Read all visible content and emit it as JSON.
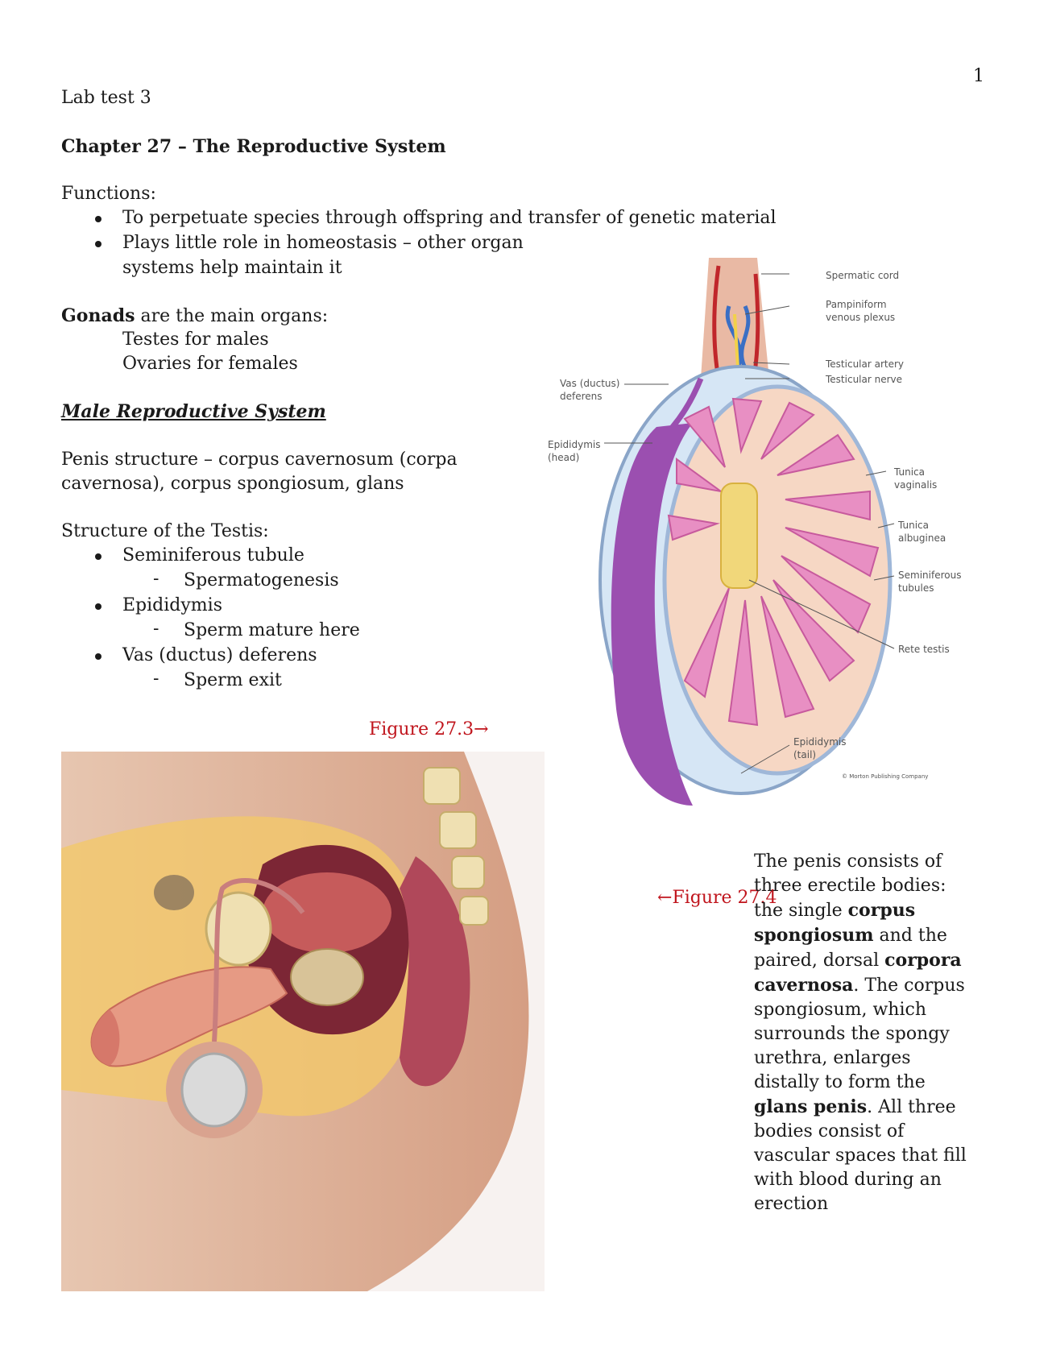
{
  "page_number": "1",
  "header": "Lab test 3",
  "chapter_title": "Chapter 27 – The Reproductive System",
  "functions": {
    "heading": "Functions:",
    "items": [
      "To perpetuate species through offspring and transfer of genetic material",
      "Plays little role in homeostasis – other organ",
      "systems help maintain it"
    ]
  },
  "gonads": {
    "bold": "Gonads",
    "rest": " are the main organs:",
    "items": [
      "Testes for males",
      "Ovaries for females"
    ]
  },
  "male_heading": "Male Reproductive System",
  "penis_structure": [
    "Penis structure – corpus cavernosum (corpa",
    "cavernosa), corpus spongiosum, glans"
  ],
  "testis": {
    "heading": "Structure of the Testis:",
    "items": [
      {
        "label": "Seminiferous tubule",
        "sub": "Spermatogenesis"
      },
      {
        "label": "Epididymis",
        "sub": "Sperm mature here"
      },
      {
        "label": "Vas (ductus) deferens",
        "sub": "Sperm exit"
      }
    ]
  },
  "figure_a": "Figure 27.3",
  "figure_b": "Figure 27.4",
  "arrow_right": "→",
  "arrow_left": "←",
  "testis_labels": {
    "spermatic_cord": "Spermatic cord",
    "pampiniform_1": "Pampiniform",
    "pampiniform_2": "venous plexus",
    "testicular_artery": "Testicular artery",
    "testicular_nerve": "Testicular nerve",
    "vas_1": "Vas (ductus)",
    "vas_2": "deferens",
    "epi_head_1": "Epididymis",
    "epi_head_2": "(head)",
    "tv_1": "Tunica",
    "tv_2": "vaginalis",
    "ta_1": "Tunica",
    "ta_2": "albuginea",
    "st_1": "Seminiferous",
    "st_2": "tubules",
    "rete": "Rete testis",
    "epi_tail_1": "Epididymis",
    "epi_tail_2": "(tail)",
    "copyright": "© Morton Publishing Company"
  },
  "paragraph": [
    {
      "t": "The penis consists of three erectile bodies: the single ",
      "b": false
    },
    {
      "t": "corpus spongiosum",
      "b": true
    },
    {
      "t": " and the paired, dorsal ",
      "b": false
    },
    {
      "t": "corpora cavernosa",
      "b": true
    },
    {
      "t": ". The corpus spongiosum, which surrounds the spongy urethra, enlarges distally to form the ",
      "b": false
    },
    {
      "t": "glans penis",
      "b": true
    },
    {
      "t": ". All three bodies consist of vascular spaces that fill with blood during an erection",
      "b": false
    }
  ]
}
